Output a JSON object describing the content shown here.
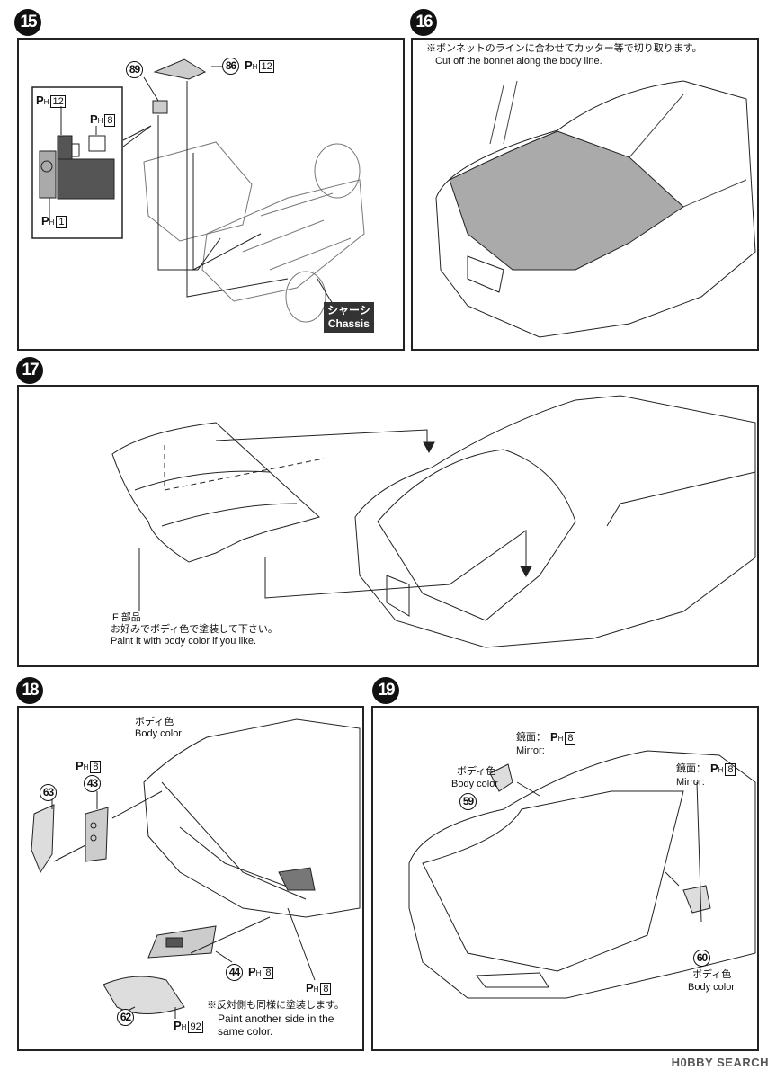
{
  "steps": [
    "15",
    "16",
    "17",
    "18",
    "19"
  ],
  "step15": {
    "parts": {
      "p89": "89",
      "p86": "86"
    },
    "paints": {
      "ph86": "12",
      "inset_top": "12",
      "inset_right": "8",
      "inset_bottom": "1"
    },
    "chassis_jp": "シャーシ",
    "chassis_en": "Chassis"
  },
  "step16": {
    "note_jp": "※ボンネットのラインに合わせてカッター等で切り取ります。",
    "note_en": "Cut off the bonnet along the body line."
  },
  "step17": {
    "part_jp": "F 部品",
    "note_jp": "お好みでボディ色で塗装して下さい。",
    "note_en": "Paint it with body color if you like."
  },
  "step18": {
    "body_jp": "ボディ色",
    "body_en": "Body color",
    "parts": {
      "p63": "63",
      "p43": "43",
      "p44": "44",
      "p62": "62"
    },
    "paints": {
      "ph43": "8",
      "ph44": "8",
      "ph62": "92",
      "ph_lamp": "8"
    },
    "note_jp": "※反対側も同様に塗装します。",
    "note_en1": "Paint another side in the",
    "note_en2": "same color."
  },
  "step19": {
    "mirror_jp": "鏡面：",
    "mirror_en": "Mirror:",
    "body_jp": "ボディ色",
    "body_en": "Body color",
    "parts": {
      "p59": "59",
      "p60": "60"
    },
    "paints": {
      "ph_left": "8",
      "ph_right": "8"
    }
  },
  "ph_letter": "P",
  "ph_sub": "H",
  "watermark": "H0BBY SEARCH"
}
